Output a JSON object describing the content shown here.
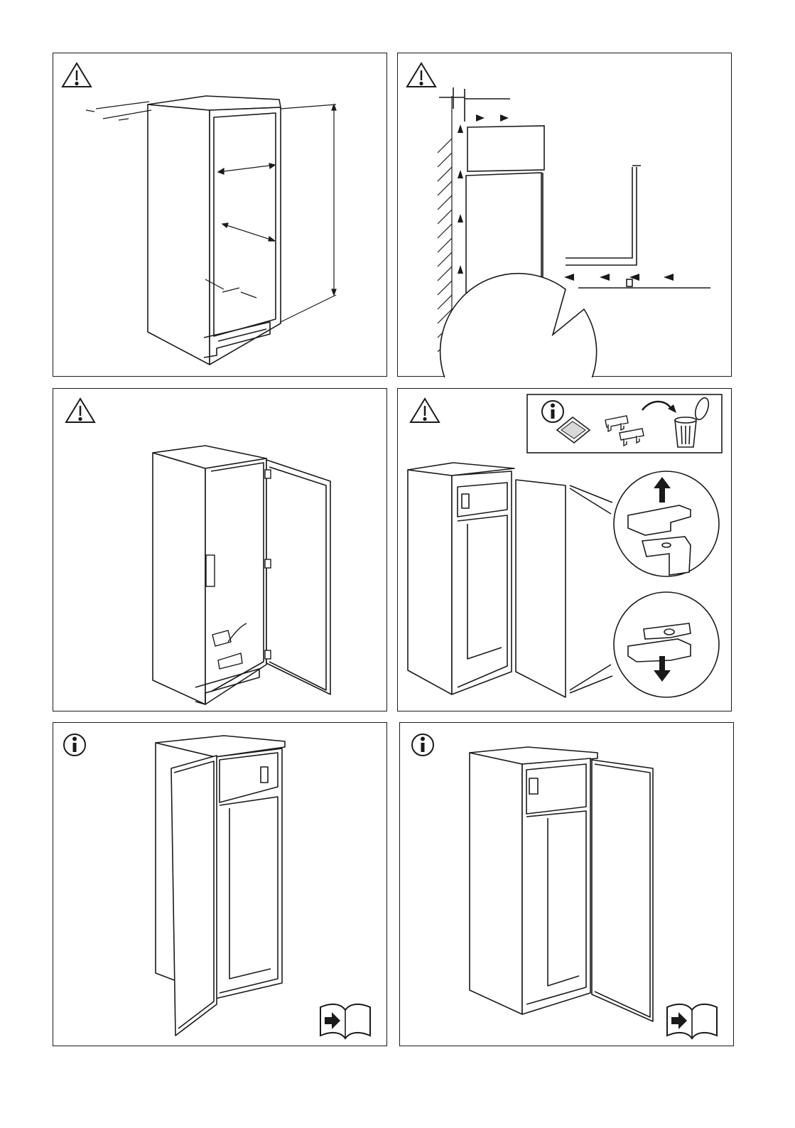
{
  "page": {
    "panels": [
      {
        "id": "p1",
        "icon": "warning-triangle-icon",
        "illustration": "cabinet-niche-dimensions"
      },
      {
        "id": "p2",
        "icon": "warning-triangle-icon",
        "illustration": "ventilation-airflow"
      },
      {
        "id": "p3",
        "icon": "warning-triangle-icon",
        "illustration": "door-hinge-installation"
      },
      {
        "id": "p4",
        "icon": "warning-triangle-icon",
        "illustration": "hinge-cover-removal"
      },
      {
        "id": "p5",
        "icon": "info-icon",
        "illustration": "door-left-opening",
        "footer_icon": "manual-reference-icon"
      },
      {
        "id": "p6",
        "icon": "info-icon",
        "illustration": "door-right-opening",
        "footer_icon": "manual-reference-icon"
      }
    ],
    "info_box_icons": [
      "info-icon",
      "spacer-bag-icon",
      "hinge-cover-icon",
      "trash-bin-icon"
    ],
    "colors": {
      "line": "#1a1a1a",
      "background": "#ffffff",
      "shade": "#d9d9d9"
    }
  }
}
